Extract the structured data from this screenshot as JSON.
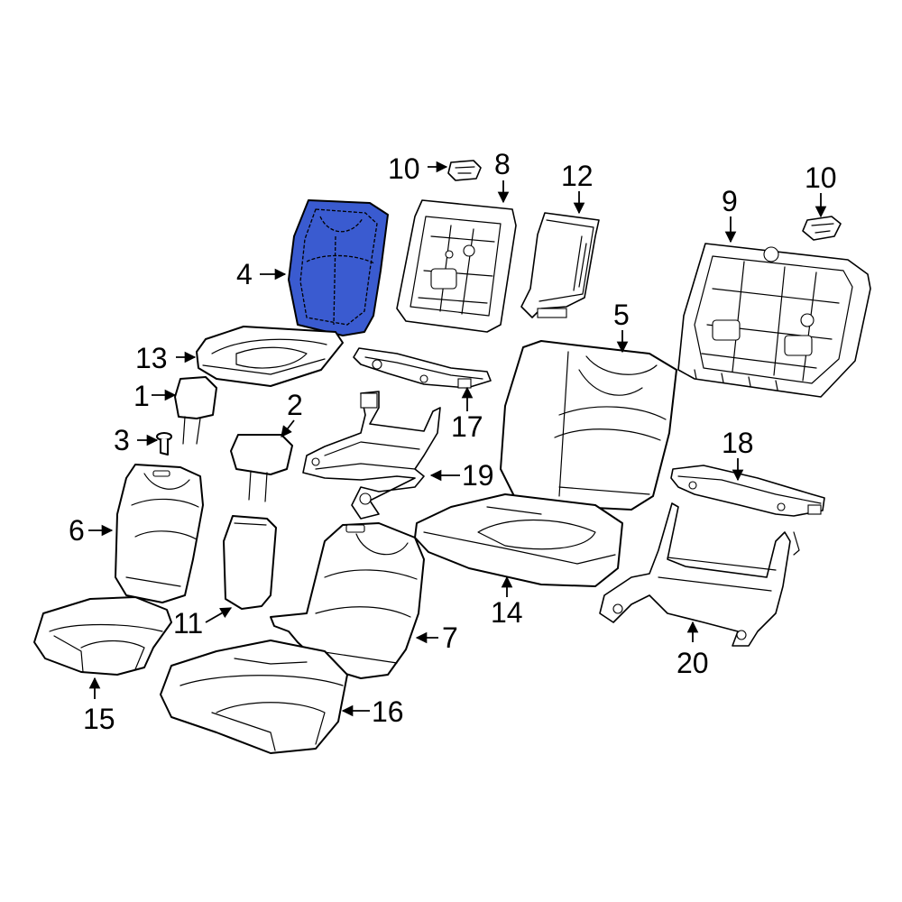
{
  "colors": {
    "highlight": "#3a5bd0",
    "line": "#000000",
    "background": "#ffffff"
  },
  "callouts": {
    "c1": "1",
    "c2": "2",
    "c3": "3",
    "c4": "4",
    "c5": "5",
    "c6": "6",
    "c7": "7",
    "c8": "8",
    "c9": "9",
    "c10a": "10",
    "c10b": "10",
    "c11": "11",
    "c12": "12",
    "c13": "13",
    "c14": "14",
    "c15": "15",
    "c16": "16",
    "c17": "17",
    "c18": "18",
    "c19": "19",
    "c20": "20"
  },
  "highlighted_part": "4"
}
